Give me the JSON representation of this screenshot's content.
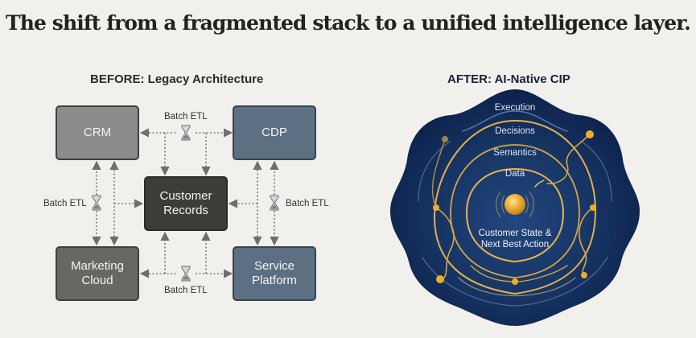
{
  "title": "The shift from a fragmented stack to a unified intelligence layer.",
  "before": {
    "heading": "BEFORE: Legacy Architecture",
    "boxes": {
      "crm": "CRM",
      "cdp": "CDP",
      "customer_records": "Customer Records",
      "marketing_cloud": "Marketing Cloud",
      "service_platform": "Service Platform"
    },
    "etl_labels": {
      "top": "Batch ETL",
      "left": "Batch ETL",
      "right": "Batch ETL",
      "bottom": "Batch ETL"
    },
    "icon": "hourglass-icon"
  },
  "after": {
    "heading": "AFTER: AI-Native CIP",
    "layers": [
      "Execution",
      "Decisions",
      "Semantics",
      "Data"
    ],
    "core_label": "Customer State & Next Best Action",
    "colors": {
      "navy": "#0f2553",
      "gold": "#e8a623"
    }
  }
}
